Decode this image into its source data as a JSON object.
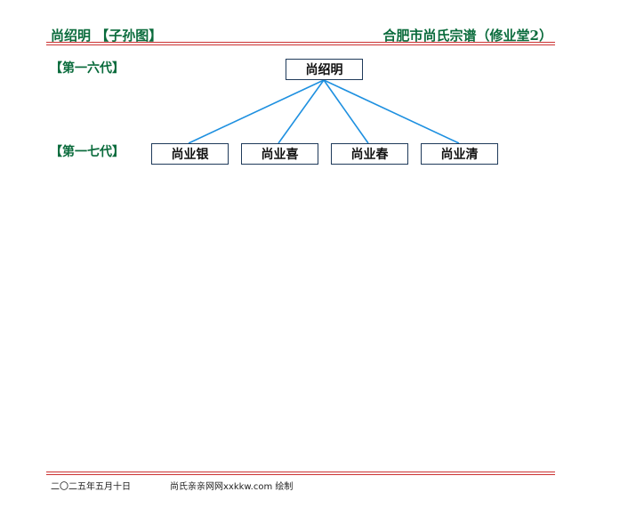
{
  "header": {
    "left_title": "尚绍明 【子孙图】",
    "right_title": "合肥市尚氏宗谱（修业堂2）"
  },
  "generations": [
    {
      "label": "【第一六代】"
    },
    {
      "label": "【第一七代】"
    }
  ],
  "tree": {
    "root": {
      "name": "尚绍明"
    },
    "children": [
      {
        "name": "尚业银"
      },
      {
        "name": "尚业喜"
      },
      {
        "name": "尚业春"
      },
      {
        "name": "尚业清"
      }
    ]
  },
  "colors": {
    "title_green": "#0a6b3c",
    "rule_red": "#cc3333",
    "connector_blue": "#1e90e0",
    "node_border": "#1f3a5a"
  },
  "footer": {
    "date": "二〇二五年五月十日",
    "credit": "尚氏亲亲网网xxkkw.com 绘制"
  }
}
